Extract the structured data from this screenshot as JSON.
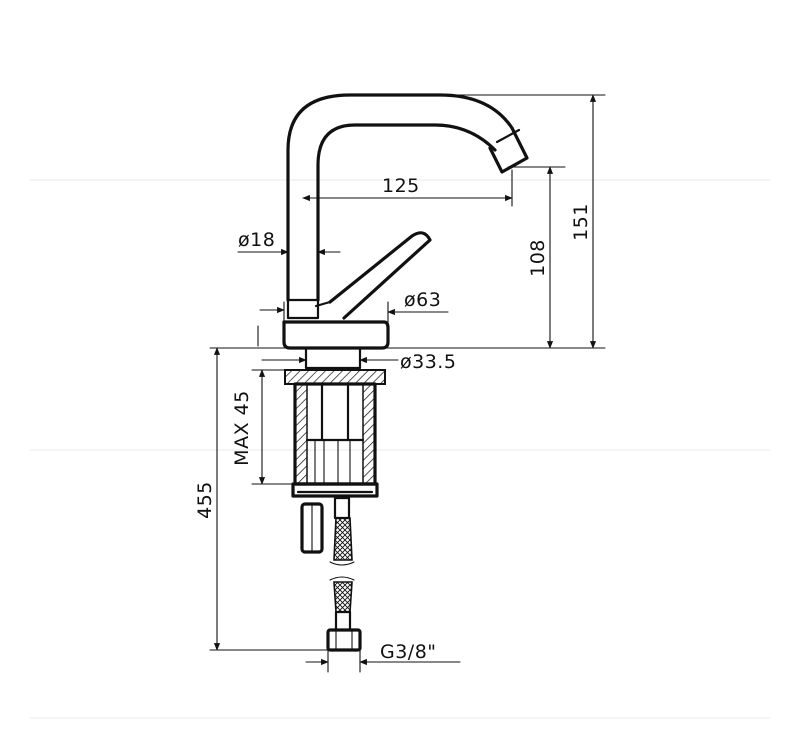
{
  "dimensions": {
    "spout_reach": "125",
    "spout_height": "108",
    "total_height": "151",
    "spout_diameter": "ø18",
    "base_diameter": "ø63",
    "shank_diameter": "ø33.5",
    "max_deck_thickness": "MAX 45",
    "under_deck_length": "455",
    "connection_thread": "G3/8\""
  }
}
